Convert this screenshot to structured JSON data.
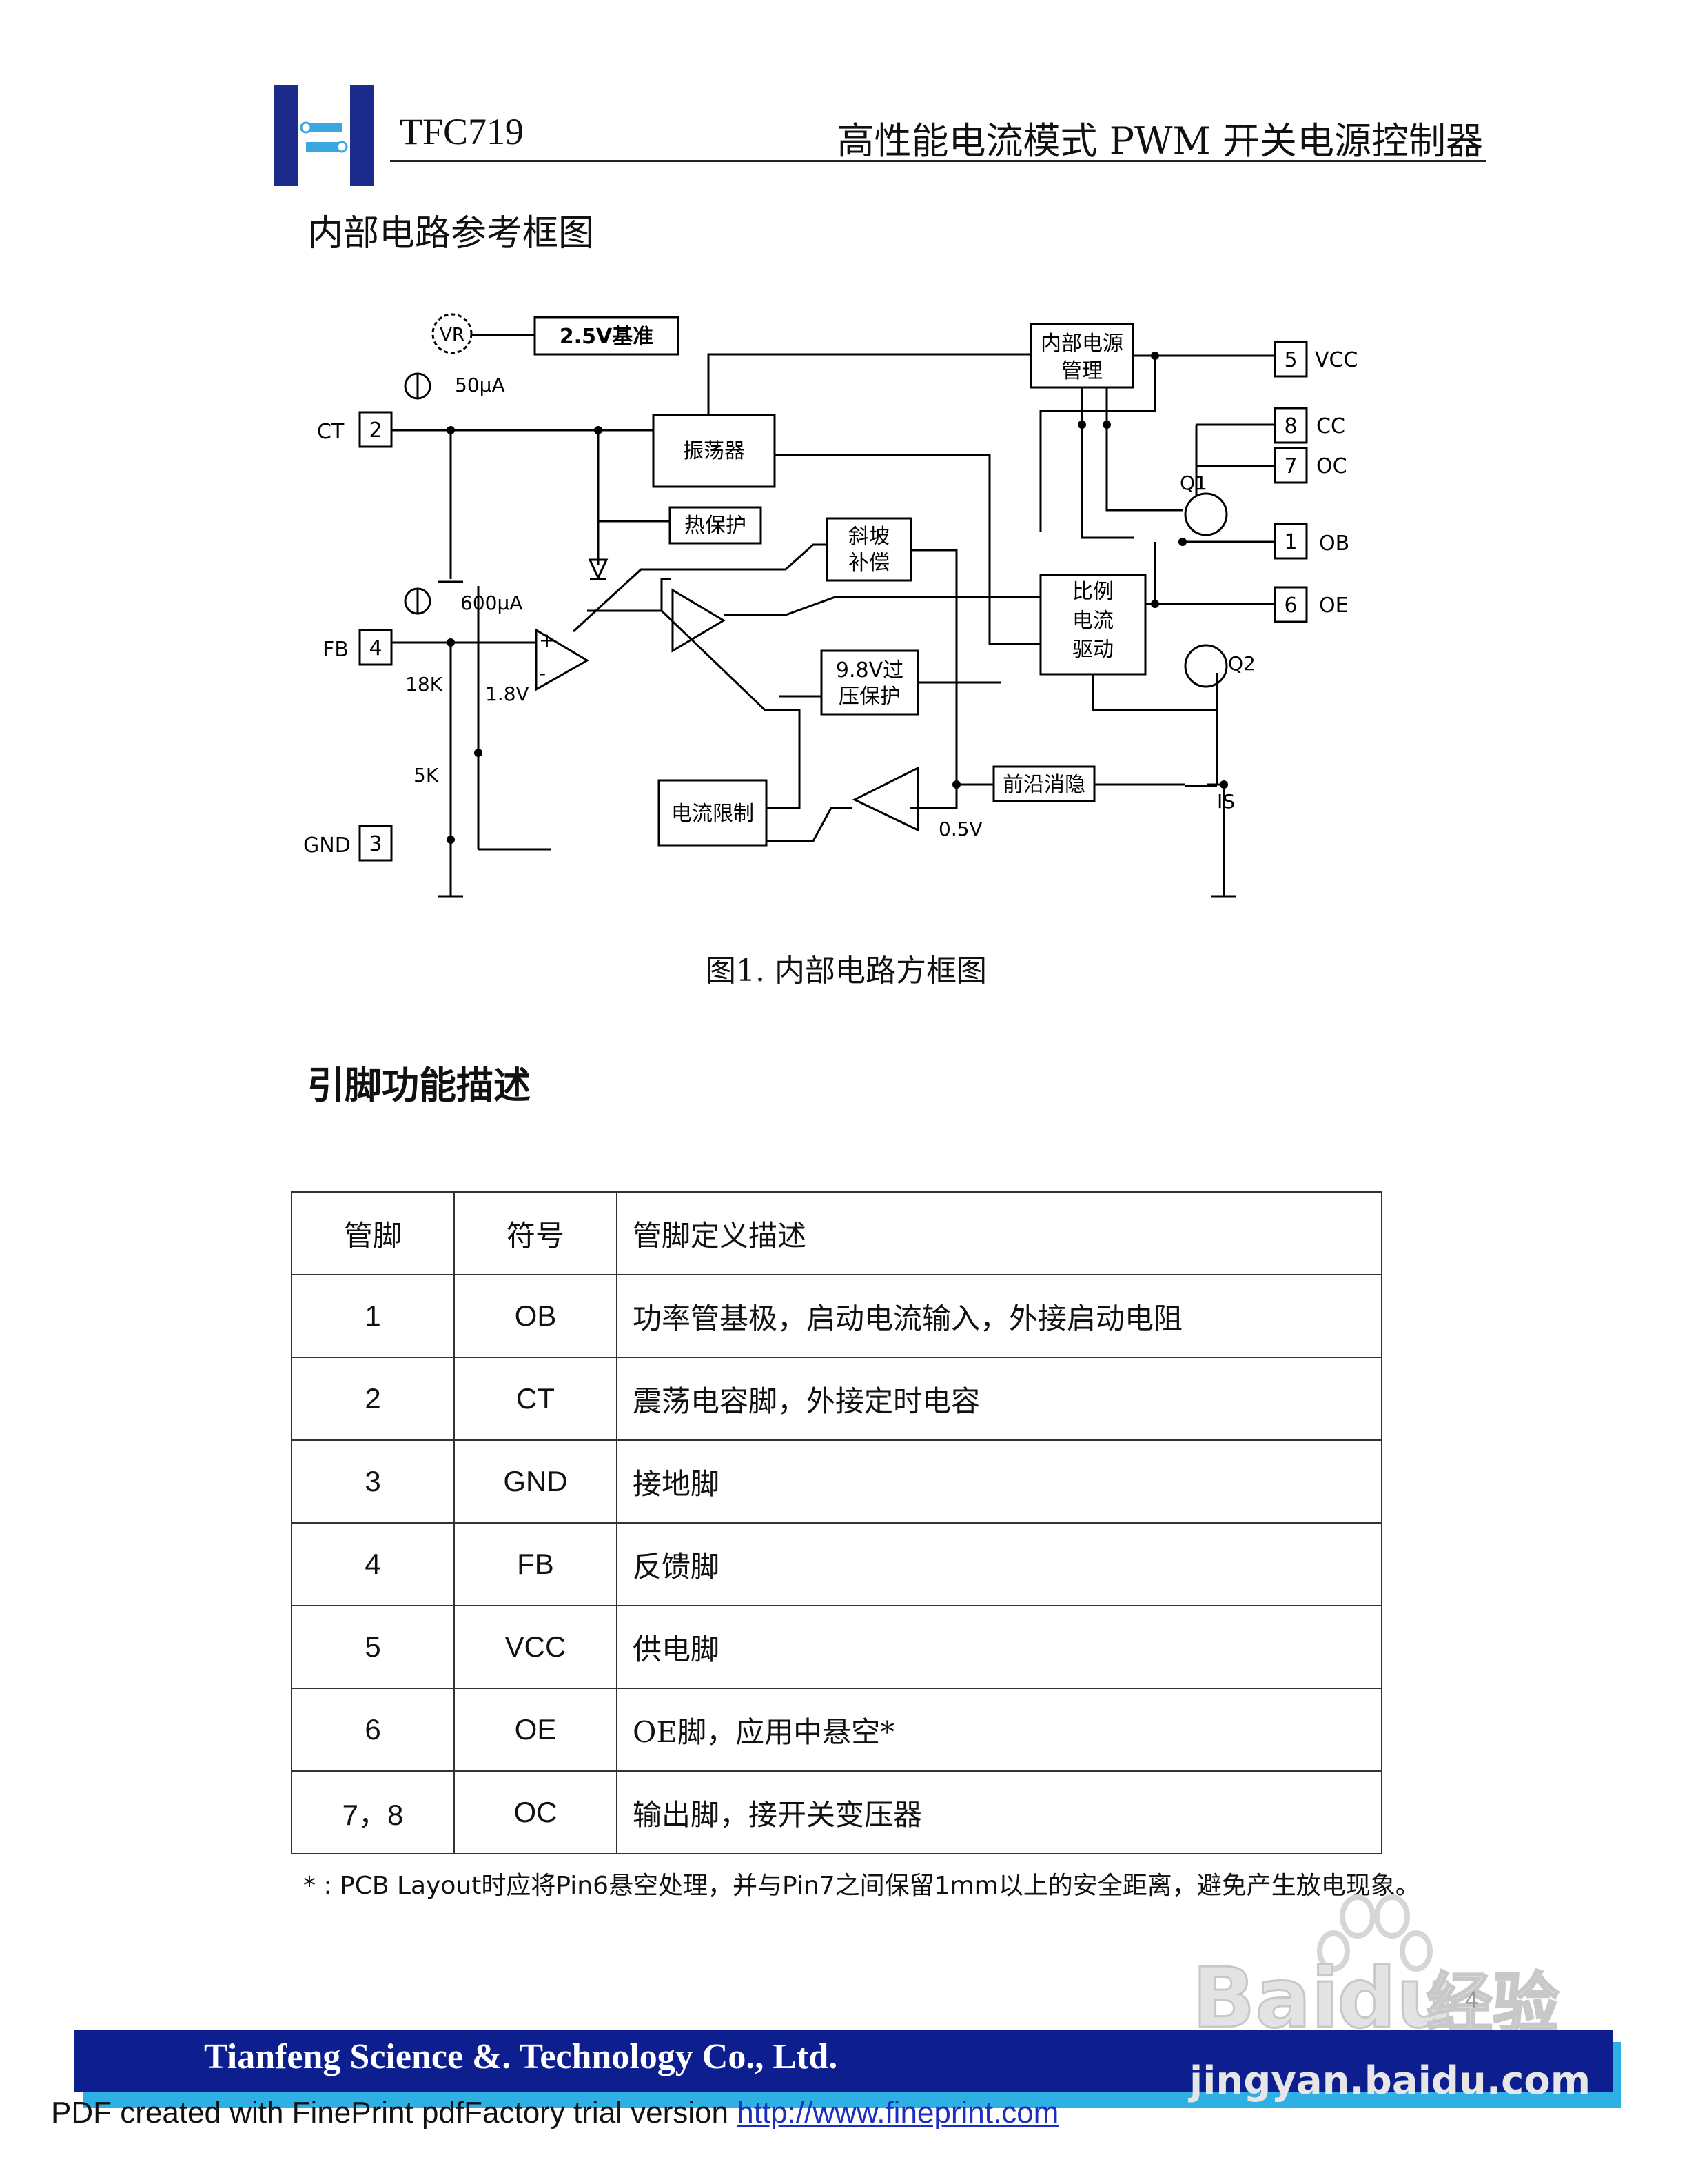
{
  "header": {
    "product": "TFC719",
    "title": "高性能电流模式 PWM 开关电源控制器"
  },
  "sections": {
    "block_diagram_title": "内部电路参考框图",
    "pin_title": "引脚功能描述"
  },
  "diagram": {
    "vr": "VR",
    "ref": "2.5V基准",
    "power_mgmt_1": "内部电源",
    "power_mgmt_2": "管理",
    "osc": "振荡器",
    "thermal": "热保护",
    "slope_1": "斜坡",
    "slope_2": "补偿",
    "ovp_1": "9.8V过",
    "ovp_2": "压保护",
    "drv_1": "比例",
    "drv_2": "电流",
    "drv_3": "驱动",
    "current_limit": "电流限制",
    "leb": "前沿消隐",
    "i50": "50μA",
    "i600": "600μA",
    "r18k": "18K",
    "r5k": "5K",
    "v18": "1.8V",
    "v05": "0.5V",
    "q1": "Q1",
    "q2": "Q2",
    "is_label": "IS",
    "plus": "+",
    "minus": "-",
    "pins": [
      {
        "num": "2",
        "name": "CT"
      },
      {
        "num": "4",
        "name": "FB"
      },
      {
        "num": "3",
        "name": "GND"
      },
      {
        "num": "5",
        "name": "VCC"
      },
      {
        "num": "8",
        "name": "CC"
      },
      {
        "num": "7",
        "name": "OC"
      },
      {
        "num": "1",
        "name": "OB"
      },
      {
        "num": "6",
        "name": "OE"
      }
    ]
  },
  "figure_caption": "图1. 内部电路方框图",
  "pin_table": {
    "headers": [
      "管脚",
      "符号",
      "管脚定义描述"
    ],
    "rows": [
      [
        "1",
        "OB",
        "功率管基极，启动电流输入，外接启动电阻"
      ],
      [
        "2",
        "CT",
        "震荡电容脚，外接定时电容"
      ],
      [
        "3",
        "GND",
        "接地脚"
      ],
      [
        "4",
        "FB",
        "反馈脚"
      ],
      [
        "5",
        "VCC",
        "供电脚"
      ],
      [
        "6",
        "OE",
        "OE脚，应用中悬空*"
      ],
      [
        "7，8",
        "OC",
        "输出脚，接开关变压器"
      ]
    ]
  },
  "footnote": "* : PCB Layout时应将Pin6悬空处理，并与Pin7之间保留1mm以上的安全距离，避免产生放电现象。",
  "watermark": {
    "brand": "Baidu经验",
    "url": "jingyan.baidu.com"
  },
  "footer": {
    "company": "Tianfeng Science &. Technology Co., Ltd.",
    "page": "4",
    "pdf_note": "PDF created with FinePrint pdfFactory trial version ",
    "pdf_link": "http://www.fineprint.com"
  },
  "colors": {
    "footer_bar": "#0d1f8f",
    "footer_shadow": "#2fb0e4",
    "logo": "#1c2a8c",
    "link": "#1a2fbf"
  }
}
